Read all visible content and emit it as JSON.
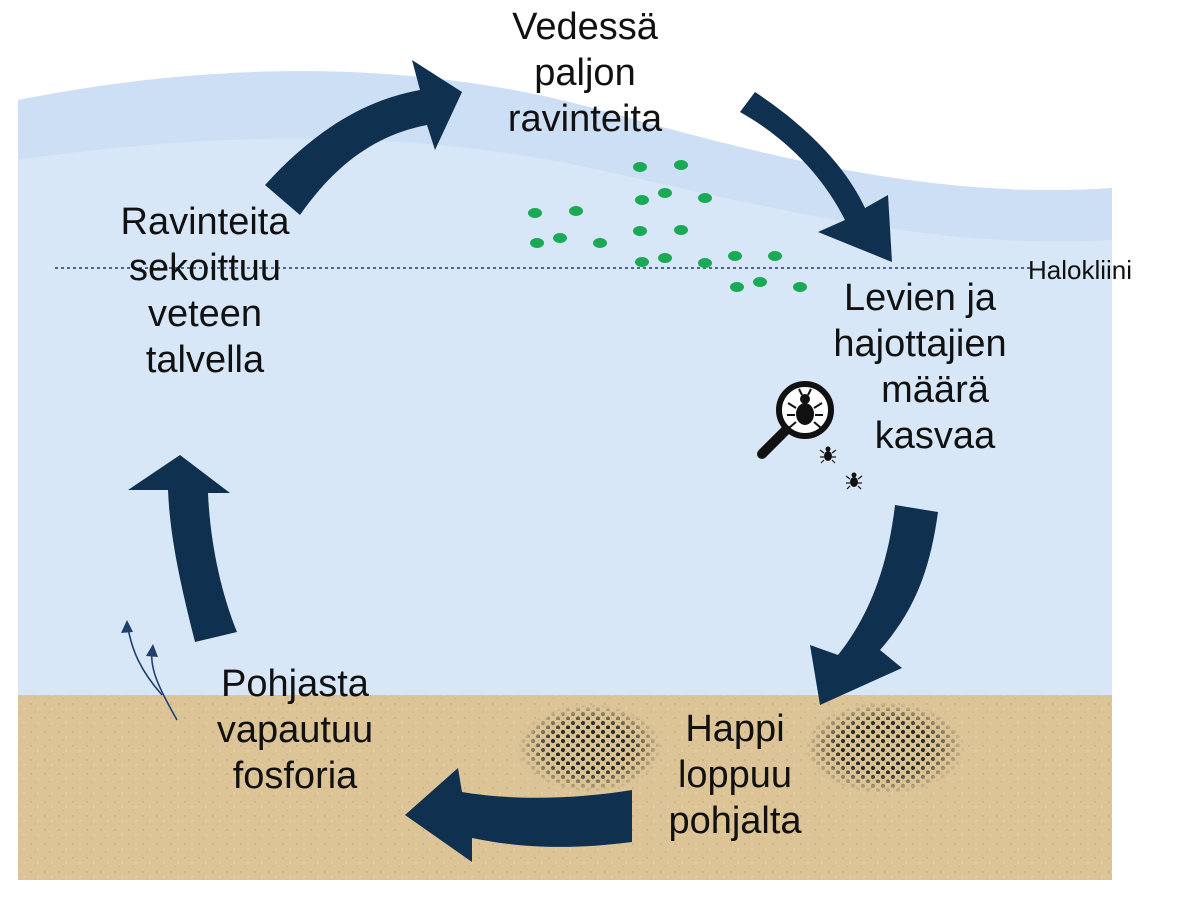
{
  "cycle_labels": {
    "top": [
      "Vedessä",
      "paljon",
      "ravinteita"
    ],
    "right": [
      "Levien ja",
      "hajottajien",
      "määrä",
      "kasvaa"
    ],
    "bottom": [
      "Happi",
      "loppuu",
      "pohjalta"
    ],
    "bottom_left": [
      "Pohjasta",
      "vapautuu",
      "fosforia"
    ],
    "left": [
      "Ravinteita",
      "sekoittuu",
      "veteen",
      "talvella"
    ]
  },
  "halocline_label": "Halokliini",
  "colors": {
    "water": "#d8e7f7",
    "water_surface": "#c9ddf3",
    "sediment": "#dcc497",
    "arrow": "#10304f",
    "nutrient_dot": "#1aaa55",
    "halocline_line": "#1f3f6e",
    "anoxic_patch": "#2a2a2a"
  },
  "icons": {
    "magnifier": "magnifier-bug-icon",
    "small_bugs": "bug-icon"
  }
}
